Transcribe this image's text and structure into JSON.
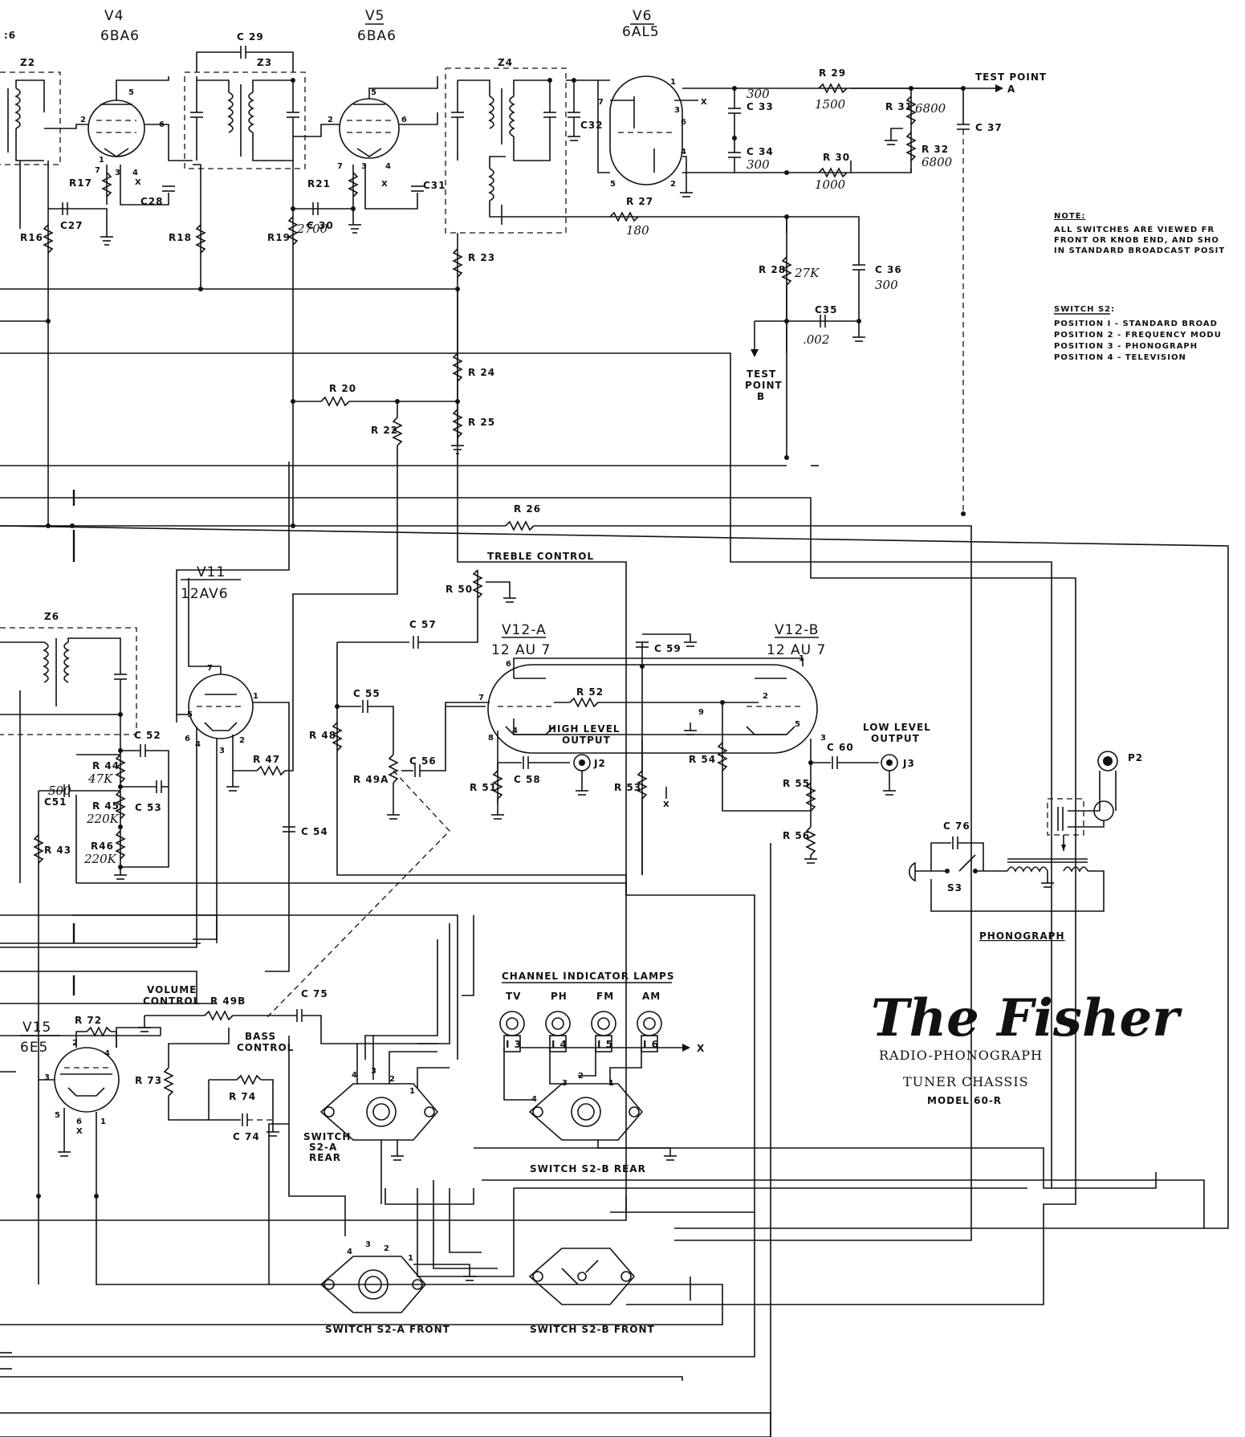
{
  "tubes": {
    "v4": {
      "ref": "V4",
      "type": "6BA6"
    },
    "v5": {
      "ref": "V5",
      "type": "6BA6"
    },
    "v6": {
      "ref": "V6",
      "type": "6AL5"
    },
    "v11": {
      "ref": "V11",
      "type": "12AV6"
    },
    "v12a": {
      "ref": "V12-A",
      "type": "12 AU 7"
    },
    "v12b": {
      "ref": "V12-B",
      "type": "12 AU 7"
    },
    "v15": {
      "ref": "V15",
      "type": "6E5"
    }
  },
  "transformers": {
    "z2": "Z2",
    "z3": "Z3",
    "z4": "Z4",
    "z6": "Z6",
    "z_left": ":6"
  },
  "resistors": {
    "r16": "R16",
    "r17": "R17",
    "r18": "R18",
    "r19": "R19",
    "r19_val": "2700",
    "r20": "R 20",
    "r21": "R21",
    "r22": "R 22",
    "r23": "R 23",
    "r24": "R 24",
    "r25": "R 25",
    "r26": "R 26",
    "r27": "R 27",
    "r27_val": "180",
    "r28": "R 28",
    "r28_val": "27K",
    "r29": "R 29",
    "r29_val": "1500",
    "r30": "R 30",
    "r30_val": "1000",
    "r31": "R 31",
    "r31_val": "6800",
    "r32": "R 32",
    "r32_val": "6800",
    "r43": "R 43",
    "r44": "R 44",
    "r44_val": "47K",
    "r45": "R 45",
    "r45_val": "220K",
    "r46": "R46",
    "r46_val": "220K",
    "r47": "R 47",
    "r48": "R 48",
    "r49a": "R 49A",
    "r49b": "R 49B",
    "r50": "R 50",
    "r51": "R 51",
    "r52": "R 52",
    "r53": "R 53",
    "r54": "R 54",
    "r55": "R 55",
    "r56": "R 56",
    "r72": "R 72",
    "r73": "R 73",
    "r74": "R 74"
  },
  "capacitors": {
    "c27": "C27",
    "c28": "C28",
    "c29": "C 29",
    "c30": "C 30",
    "c31": "C31",
    "c32": "C32",
    "c33": "C 33",
    "c33_val": "300",
    "c34": "C 34",
    "c34_val": "300",
    "c35": "C35",
    "c35_val": ".002",
    "c36": "C 36",
    "c36_val": "300",
    "c37": "C 37",
    "c51": "C51",
    "c51_val": "500",
    "c52": "C 52",
    "c53": "C 53",
    "c54": "C 54",
    "c55": "C 55",
    "c56": "C 56",
    "c57": "C 57",
    "c58": "C 58",
    "c59": "C 59",
    "c60": "C 60",
    "c74": "C 74",
    "c75": "C 75",
    "c76": "C 76"
  },
  "labels": {
    "test_point_a": "TEST POINT",
    "test_point_a_letter": "A",
    "test_point_b": [
      "TEST",
      "POINT",
      "B"
    ],
    "treble_control": "TREBLE CONTROL",
    "volume_control": [
      "VOLUME",
      "CONTROL"
    ],
    "bass_control": [
      "BASS",
      "CONTROL"
    ],
    "high_level_output": [
      "HIGH LEVEL",
      "OUTPUT"
    ],
    "low_level_output": [
      "LOW LEVEL",
      "OUTPUT"
    ],
    "j2": "J2",
    "j3": "J3",
    "p2": "P2",
    "s3": "S3",
    "phonograph": "PHONOGRAPH",
    "channel_lamps_title": "CHANNEL INDICATOR LAMPS",
    "lamps": [
      "TV",
      "PH",
      "FM",
      "AM"
    ],
    "lamp_numbers": [
      "I 3",
      "I 4",
      "I 5",
      "I 6"
    ],
    "switch_s2a_rear": [
      "SWITCH",
      "S2-A",
      "REAR"
    ],
    "switch_s2b_rear": "SWITCH S2-B REAR",
    "switch_s2a_front": "SWITCH S2-A FRONT",
    "switch_s2b_front": "SWITCH S2-B FRONT",
    "x_mark": "X"
  },
  "note": {
    "title": "NOTE:",
    "lines": [
      "ALL SWITCHES ARE VIEWED FR",
      "FRONT OR KNOB END, AND SHO",
      "IN STANDARD BROADCAST POSIT"
    ]
  },
  "switch_s2": {
    "title": "SWITCH S2:",
    "positions": [
      "POSITION I - STANDARD BROAD",
      "POSITION 2 - FREQUENCY MODU",
      "POSITION 3 - PHONOGRAPH",
      "POSITION 4 - TELEVISION"
    ]
  },
  "title_block": {
    "brand": "The Fisher",
    "line1": "RADIO-PHONOGRAPH",
    "line2": "TUNER CHASSIS",
    "line3": "MODEL 60-R"
  }
}
